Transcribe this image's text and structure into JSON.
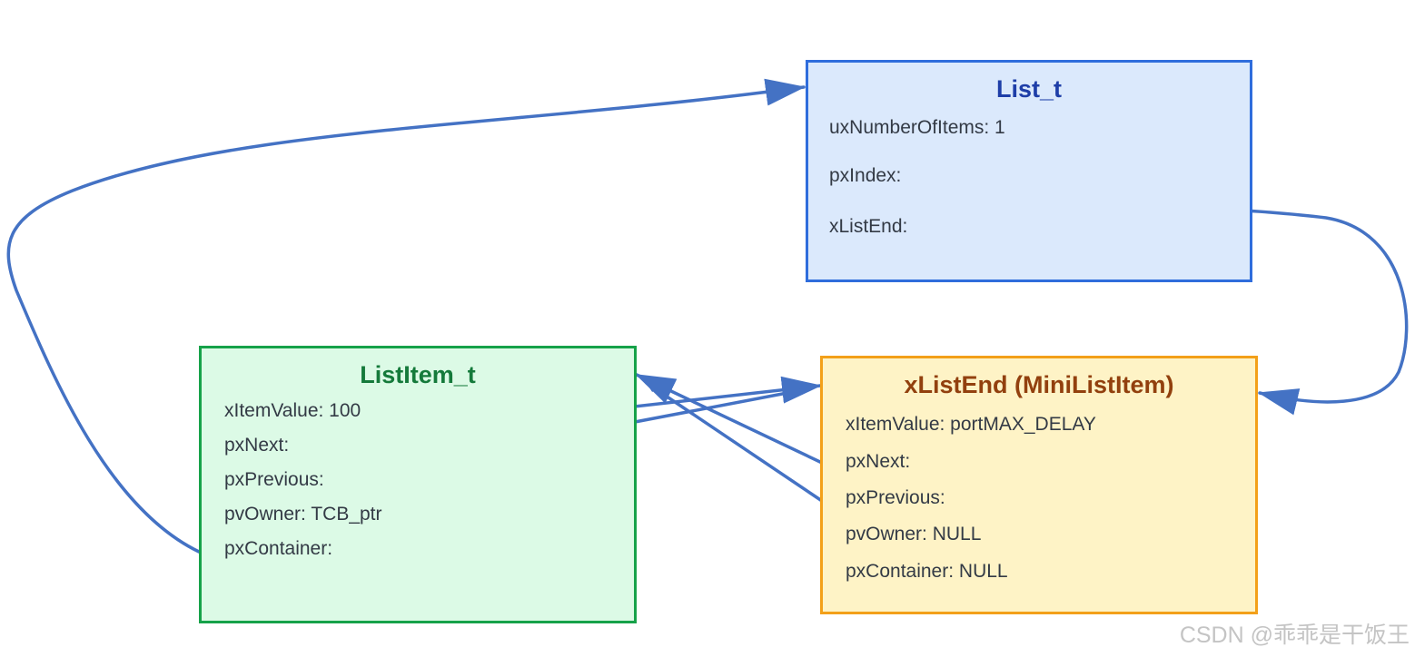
{
  "list": {
    "title": "List_t",
    "fields": [
      "uxNumberOfItems: 1",
      "pxIndex:",
      "xListEnd:"
    ]
  },
  "list_item": {
    "title": "ListItem_t",
    "fields": [
      "xItemValue: 100",
      "pxNext:",
      "pxPrevious:",
      "pvOwner: TCB_ptr",
      "pxContainer:"
    ]
  },
  "list_end": {
    "title": "xListEnd (MiniListItem)",
    "fields": [
      "xItemValue: portMAX_DELAY",
      "pxNext:",
      "pxPrevious:",
      "pvOwner: NULL",
      "pxContainer: NULL"
    ]
  },
  "watermark": "CSDN @乖乖是干饭王",
  "colors": {
    "arrow": "#4472c4",
    "list_border": "#2f6ddc",
    "list_fill": "#dbe9fc",
    "item_border": "#16a249",
    "item_fill": "#dcfae6",
    "end_border": "#f3a019",
    "end_fill": "#fef3c6"
  }
}
